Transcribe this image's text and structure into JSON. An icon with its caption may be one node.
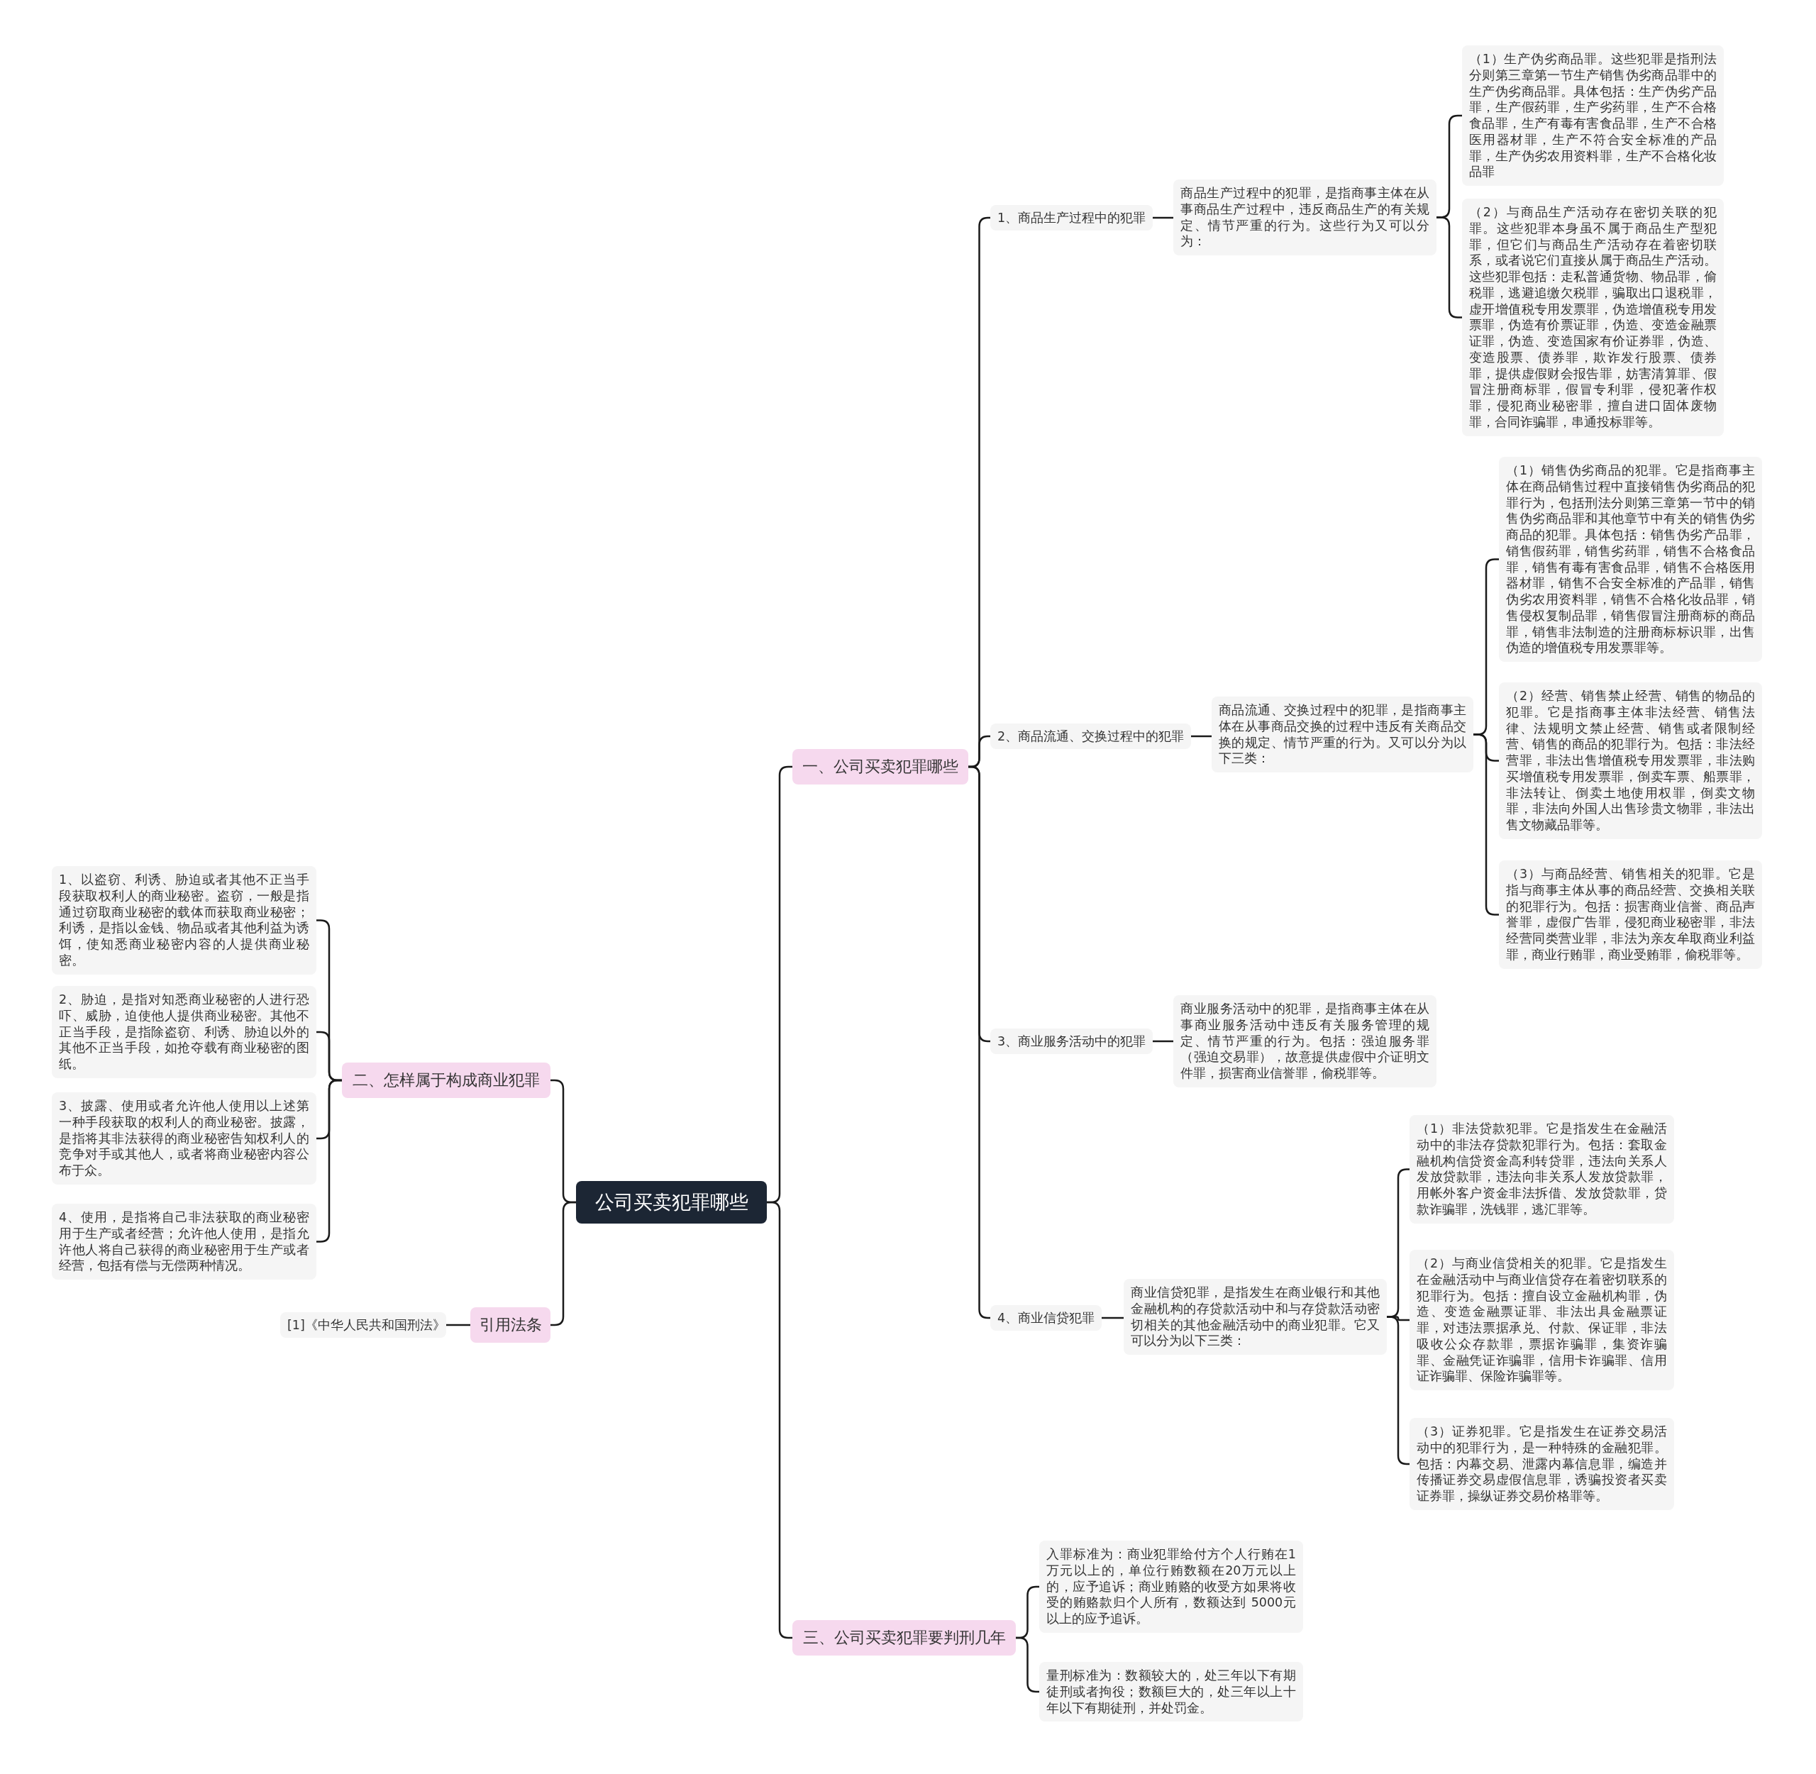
{
  "diagram": {
    "nodes": [
      {
        "text": [
          "公司买卖犯罪哪些"
        ]
      },
      {
        "text": [
          "一、公司买卖犯罪哪些"
        ]
      },
      {
        "text": [
          "1、商品生产过程中的犯罪"
        ]
      },
      {
        "text": [
          "商品生产过程中的犯罪，是指商事主体在从事商品生产过程中，违反商品生产的有关规定、情节严重的行为。这些行为又可以分为："
        ]
      },
      {
        "text": [
          "（1）生产伪劣商品罪。这些犯罪是指刑法分则第三章第一节生产销售伪劣商品罪中的生产伪劣商品罪。具体包括：生产伪劣产品罪，生产假药罪，生产劣药罪，生产不合格食品罪，生产有毒有害食品罪，生产不合格医用器材罪，生产不符合安全标准的产品罪，生产伪劣农用资料罪，生产不合格化妆品罪"
        ]
      },
      {
        "text": [
          "（2）与商品生产活动存在密切关联的犯罪。这些犯罪本身虽不属于商品生产型犯罪，但它们与商品生产活动存在着密切联系，或者说它们直接从属于商品生产活动。这些犯罪包括：走私普通货物、物品罪，偷税罪，逃避追缴欠税罪，骗取出口退税罪，虚开增值税专用发票罪，伪造增值税专用发票罪，伪造有价票证罪，伪造、变造金融票证罪，伪造、变造国家有价证券罪，伪造、变造股票、债券罪，欺诈发行股票、债券罪，提供虚假财会报告罪，妨害清算罪、假冒注册商标罪，假冒专利罪，侵犯著作权罪，侵犯商业秘密罪，擅自进口固体废物罪，合同诈骗罪，串通投标罪等。"
        ]
      },
      {
        "text": [
          "2、商品流通、交换过程中的犯罪"
        ]
      },
      {
        "text": [
          "商品流通、交换过程中的犯罪，是指商事主体在从事商品交换的过程中违反有关商品交换的规定、情节严重的行为。又可以分为以下三类："
        ]
      },
      {
        "text": [
          "（1）销售伪劣商品的犯罪。它是指商事主体在商品销售过程中直接销售伪劣商品的犯罪行为，包括刑法分则第三章第一节中的销售伪劣商品罪和其他章节中有关的销售伪劣商品的犯罪。具体包括：销售伪劣产品罪，销售假药罪，销售劣药罪，销售不合格食品罪，销售有毒有害食品罪，销售不合格医用器材罪，销售不合安全标准的产品罪，销售伪劣农用资料罪，销售不合格化妆品罪，销售侵权复制品罪，销售假冒注册商标的商品罪，销售非法制造的注册商标标识罪，出售伪造的增值税专用发票罪等。"
        ]
      },
      {
        "text": [
          "（2）经营、销售禁止经营、销售的物品的犯罪。它是指商事主体非法经营、销售法律、法规明文禁止经营、销售或者限制经营、销售的商品的犯罪行为。包括：非法经营罪，非法出售增值税专用发票罪，非法购买增值税专用发票罪，倒卖车票、船票罪，非法转让、倒卖土地使用权罪，倒卖文物罪，非法向外国人出售珍贵文物罪，非法出售文物藏品罪等。"
        ]
      },
      {
        "text": [
          "（3）与商品经营、销售相关的犯罪。它是指与商事主体从事的商品经营、交换相关联的犯罪行为。包括：损害商业信誉、商品声誉罪，虚假广告罪，侵犯商业秘密罪，非法经营同类营业罪，非法为亲友牟取商业利益罪，商业行贿罪，商业受贿罪，偷税罪等。"
        ]
      },
      {
        "text": [
          "3、商业服务活动中的犯罪"
        ]
      },
      {
        "text": [
          "商业服务活动中的犯罪，是指商事主体在从事商业服务活动中违反有关服务管理的规定、情节严重的行为。包括：强迫服务罪（强迫交易罪），故意提供虚假中介证明文件罪，损害商业信誉罪，偷税罪等。"
        ]
      },
      {
        "text": [
          "4、商业信贷犯罪"
        ]
      },
      {
        "text": [
          "商业信贷犯罪，是指发生在商业银行和其他金融机构的存贷款活动中和与存贷款活动密切相关的其他金融活动中的商业犯罪。它又可以分为以下三类："
        ]
      },
      {
        "text": [
          "（1）非法贷款犯罪。它是指发生在金融活动中的非法存贷款犯罪行为。包括：套取金融机构信贷资金高利转贷罪，违法向关系人发放贷款罪，违法向非关系人发放贷款罪，用帐外客户资金非法拆借、发放贷款罪，贷款诈骗罪，洗钱罪，逃汇罪等。"
        ]
      },
      {
        "text": [
          "（2）与商业信贷相关的犯罪。它是指发生在金融活动中与商业信贷存在着密切联系的犯罪行为。包括：擅自设立金融机构罪，伪造、变造金融票证罪、非法出具金融票证罪，对违法票据承兑、付款、保证罪，非法吸收公众存款罪，票据诈骗罪，集资诈骗罪、金融凭证诈骗罪，信用卡诈骗罪、信用证诈骗罪、保险诈骗罪等。"
        ]
      },
      {
        "text": [
          "（3）证券犯罪。它是指发生在证券交易活动中的犯罪行为，是一种特殊的金融犯罪。包括：内幕交易、泄露内幕信息罪，编造并传播证券交易虚假信息罪，诱骗投资者买卖证券罪，操纵证券交易价格罪等。"
        ]
      },
      {
        "text": [
          "二、怎样属于构成商业犯罪"
        ]
      },
      {
        "text": [
          "1、以盗窃、利诱、胁迫或者其他不正当手段获取权利人的商业秘密。盗窃，一般是指通过窃取商业秘密的载体而获取商业秘密；利诱，是指以金钱、物品或者其他利益为诱饵，使知悉商业秘密内容的人提供商业秘密。"
        ]
      },
      {
        "text": [
          "2、胁迫，是指对知悉商业秘密的人进行恐吓、威胁，迫使他人提供商业秘密。其他不正当手段，是指除盗窃、利诱、胁迫以外的其他不正当手段，如抢夺载有商业秘密的图纸。"
        ]
      },
      {
        "text": [
          "3、披露、使用或者允许他人使用以上述第一种手段获取的权利人的商业秘密。披露，是指将其非法获得的商业秘密告知权利人的竞争对手或其他人，或者将商业秘密内容公布于众。"
        ]
      },
      {
        "text": [
          "4、使用，是指将自己非法获取的商业秘密用于生产或者经营；允许他人使用，是指允许他人将自己获得的商业秘密用于生产或者经营，包括有偿与无偿两种情况。"
        ]
      },
      {
        "text": [
          "引用法条"
        ]
      },
      {
        "text": [
          "[1]《中华人民共和国刑法》"
        ]
      },
      {
        "text": [
          "三、公司买卖犯罪要判刑几年"
        ]
      },
      {
        "text": [
          "入罪标准为：商业犯罪给付方个人行贿在1万元以上的，单位行贿数额在20万元以上的，应予追诉；商业贿赂的收受方如果将收受的贿赂款归个人所有，数额达到 5000元以上的应予追诉。"
        ]
      },
      {
        "text": [
          "量刑标准为：数额较大的，处三年以下有期徒刑或者拘役；数额巨大的，处三年以上十年以下有期徒刑，并处罚金。"
        ]
      }
    ],
    "edges": [
      {
        "from": 0,
        "to": 1,
        "arrow": "none"
      },
      {
        "from": 1,
        "to": 2,
        "arrow": "none"
      },
      {
        "from": 2,
        "to": 3,
        "arrow": "none"
      },
      {
        "from": 3,
        "to": 4,
        "arrow": "none"
      },
      {
        "from": 3,
        "to": 5,
        "arrow": "none"
      },
      {
        "from": 1,
        "to": 6,
        "arrow": "none"
      },
      {
        "from": 6,
        "to": 7,
        "arrow": "none"
      },
      {
        "from": 7,
        "to": 8,
        "arrow": "none"
      },
      {
        "from": 7,
        "to": 9,
        "arrow": "none"
      },
      {
        "from": 7,
        "to": 10,
        "arrow": "none"
      },
      {
        "from": 1,
        "to": 11,
        "arrow": "none"
      },
      {
        "from": 11,
        "to": 12,
        "arrow": "none"
      },
      {
        "from": 1,
        "to": 13,
        "arrow": "none"
      },
      {
        "from": 13,
        "to": 14,
        "arrow": "none"
      },
      {
        "from": 14,
        "to": 15,
        "arrow": "none"
      },
      {
        "from": 14,
        "to": 16,
        "arrow": "none"
      },
      {
        "from": 14,
        "to": 17,
        "arrow": "none"
      },
      {
        "from": 0,
        "to": 18,
        "arrow": "none"
      },
      {
        "from": 18,
        "to": 19,
        "arrow": "none"
      },
      {
        "from": 18,
        "to": 20,
        "arrow": "none"
      },
      {
        "from": 18,
        "to": 21,
        "arrow": "none"
      },
      {
        "from": 18,
        "to": 22,
        "arrow": "none"
      },
      {
        "from": 0,
        "to": 23,
        "arrow": "none"
      },
      {
        "from": 23,
        "to": 24,
        "arrow": "none"
      },
      {
        "from": 0,
        "to": 25,
        "arrow": "none"
      },
      {
        "from": 25,
        "to": 26,
        "arrow": "none"
      },
      {
        "from": 25,
        "to": 27,
        "arrow": "none"
      }
    ]
  }
}
